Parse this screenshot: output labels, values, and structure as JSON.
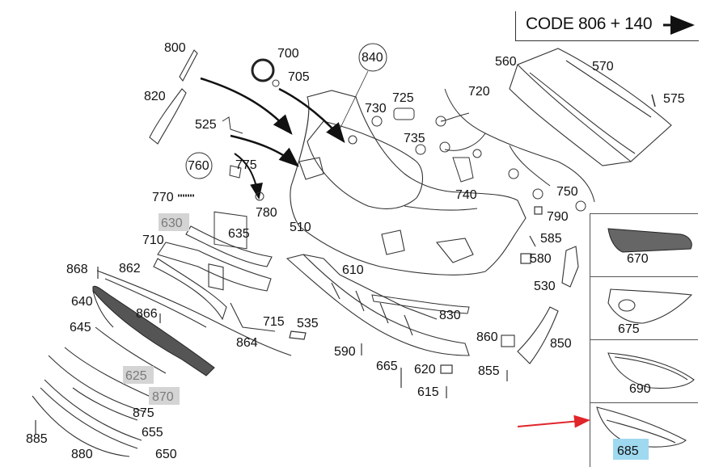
{
  "header": {
    "code_label": "CODE 806 + 140"
  },
  "colors": {
    "highlight_gray": "#d4d4d4",
    "highlight_blue": "#9fd9f0",
    "arrow_red": "#e0262a",
    "line": "#222222"
  },
  "labels": [
    {
      "id": "800",
      "text": "800"
    },
    {
      "id": "820",
      "text": "820"
    },
    {
      "id": "700",
      "text": "700"
    },
    {
      "id": "705",
      "text": "705"
    },
    {
      "id": "840",
      "text": "840"
    },
    {
      "id": "560",
      "text": "560"
    },
    {
      "id": "570",
      "text": "570"
    },
    {
      "id": "575",
      "text": "575"
    },
    {
      "id": "525",
      "text": "525"
    },
    {
      "id": "730",
      "text": "730"
    },
    {
      "id": "725",
      "text": "725"
    },
    {
      "id": "720",
      "text": "720"
    },
    {
      "id": "735",
      "text": "735"
    },
    {
      "id": "760",
      "text": "760"
    },
    {
      "id": "775",
      "text": "775"
    },
    {
      "id": "770",
      "text": "770"
    },
    {
      "id": "780",
      "text": "780"
    },
    {
      "id": "740",
      "text": "740"
    },
    {
      "id": "750",
      "text": "750"
    },
    {
      "id": "790",
      "text": "790"
    },
    {
      "id": "630",
      "text": "630",
      "highlight": "gray"
    },
    {
      "id": "635",
      "text": "635"
    },
    {
      "id": "510",
      "text": "510"
    },
    {
      "id": "585",
      "text": "585"
    },
    {
      "id": "710",
      "text": "710"
    },
    {
      "id": "610",
      "text": "610"
    },
    {
      "id": "580",
      "text": "580"
    },
    {
      "id": "868",
      "text": "868"
    },
    {
      "id": "862",
      "text": "862"
    },
    {
      "id": "530",
      "text": "530"
    },
    {
      "id": "640",
      "text": "640"
    },
    {
      "id": "866",
      "text": "866"
    },
    {
      "id": "830",
      "text": "830"
    },
    {
      "id": "715",
      "text": "715"
    },
    {
      "id": "535",
      "text": "535"
    },
    {
      "id": "645",
      "text": "645"
    },
    {
      "id": "864",
      "text": "864"
    },
    {
      "id": "860",
      "text": "860"
    },
    {
      "id": "850",
      "text": "850"
    },
    {
      "id": "590",
      "text": "590"
    },
    {
      "id": "665",
      "text": "665"
    },
    {
      "id": "620",
      "text": "620"
    },
    {
      "id": "855",
      "text": "855"
    },
    {
      "id": "625",
      "text": "625",
      "highlight": "gray"
    },
    {
      "id": "870",
      "text": "870",
      "highlight": "gray"
    },
    {
      "id": "615",
      "text": "615"
    },
    {
      "id": "875",
      "text": "875"
    },
    {
      "id": "655",
      "text": "655"
    },
    {
      "id": "885",
      "text": "885"
    },
    {
      "id": "880",
      "text": "880"
    },
    {
      "id": "650",
      "text": "650"
    }
  ],
  "side_panels": [
    {
      "id": "670",
      "text": "670"
    },
    {
      "id": "675",
      "text": "675"
    },
    {
      "id": "690",
      "text": "690"
    },
    {
      "id": "685",
      "text": "685",
      "highlight": "blue"
    }
  ]
}
